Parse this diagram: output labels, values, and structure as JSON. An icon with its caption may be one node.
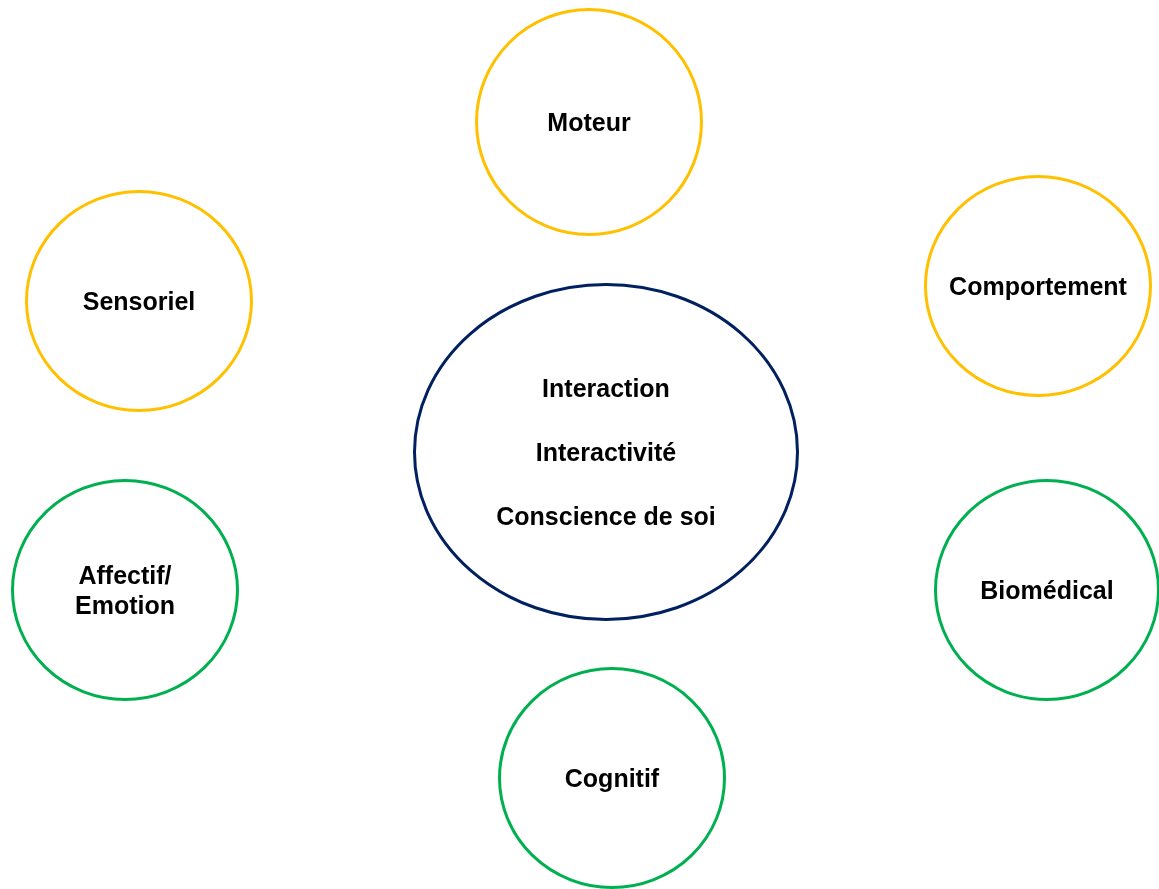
{
  "diagram": {
    "nodes": [
      {
        "text": [
          "Moteur"
        ]
      },
      {
        "text": [
          "Sensoriel"
        ]
      },
      {
        "text": [
          "Comportement"
        ]
      },
      {
        "text": [
          "Interaction",
          "Interactivité",
          "Conscience de soi"
        ]
      },
      {
        "text": [
          "Affectif/ Emotion"
        ]
      },
      {
        "text": [
          "Biomédical"
        ]
      },
      {
        "text": [
          "Cognitif"
        ]
      }
    ]
  }
}
